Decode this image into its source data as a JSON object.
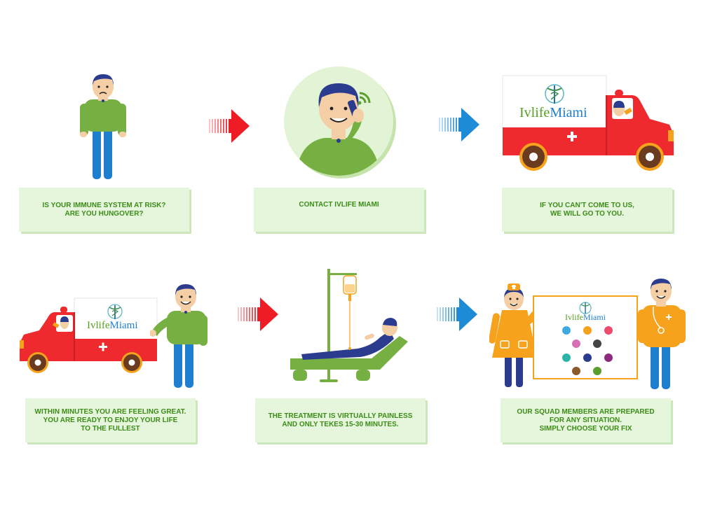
{
  "brand": {
    "logo_part1": "Ivlife",
    "logo_part2": "Miami"
  },
  "steps": [
    {
      "lines": [
        "IS YOUR IMMUNE SYSTEM AT RISK?",
        "ARE YOU HUNGOVER?"
      ]
    },
    {
      "lines": [
        "CONTACT IVLIFE MIAMI"
      ]
    },
    {
      "lines": [
        "IF YOU CAN'T COME TO US,",
        "WE WILL GO TO YOU."
      ]
    },
    {
      "lines": [
        "WITHIN MINUTES YOU ARE FEELING GREAT.",
        "YOU ARE READY TO ENJOY YOUR LIFE",
        "TO THE FULLEST"
      ]
    },
    {
      "lines": [
        "THE TREATMENT IS VIRTUALLY PAINLESS",
        "AND ONLY TEKES 15-30 MINUTES."
      ]
    },
    {
      "lines": [
        "OUR SQUAD MEMBERS ARE PREPARED",
        "FOR ANY SITUATION.",
        "SIMPLY CHOOSE YOUR FIX"
      ]
    }
  ],
  "colors": {
    "caption_bg": "#e6f6dc",
    "caption_text": "#3b8c17",
    "arrow_red": "#ee1c25",
    "arrow_blue": "#1e8bd6",
    "shirt_green": "#76b043",
    "ambulance_red": "#ee2a2f",
    "orange": "#f6a21c"
  },
  "icons": [
    "arrow-right-icon",
    "ambulance-icon",
    "phone-icon",
    "iv-drip-icon",
    "caduceus-icon",
    "wifi-signal-icon"
  ]
}
